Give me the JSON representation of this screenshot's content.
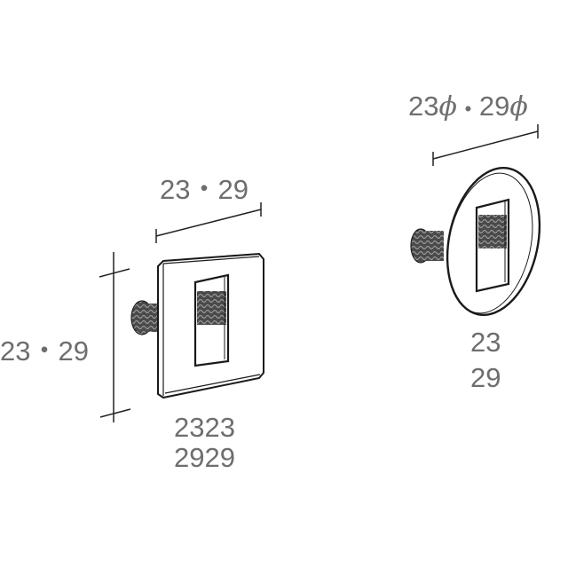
{
  "diagram": {
    "square_plate": {
      "width_label": "23・29",
      "height_label": "23・29",
      "model_line1": "2323",
      "model_line2": "2929"
    },
    "round_plate": {
      "diameter_label_a": "23",
      "diameter_label_b": "29",
      "phi_symbol": "ϕ",
      "separator": "•",
      "model_line1": "23",
      "model_line2": "29"
    },
    "colors": {
      "line": "#1a1a1a",
      "text": "#6e6e6e",
      "knob": "#555555"
    }
  }
}
